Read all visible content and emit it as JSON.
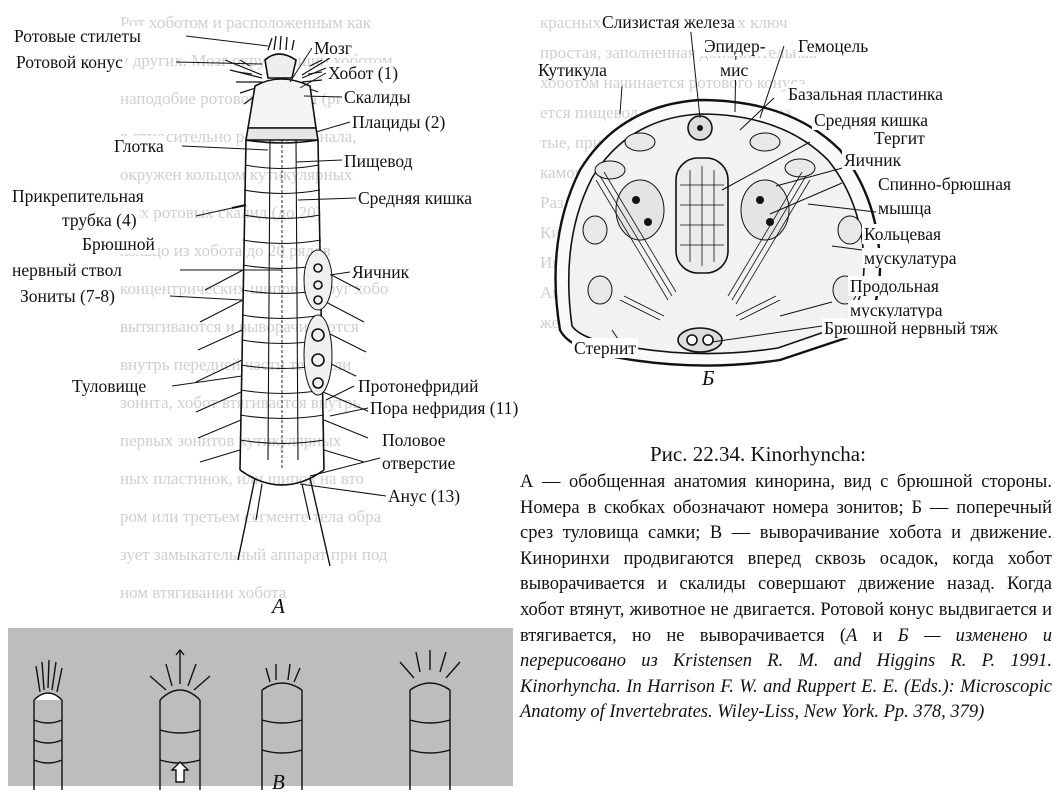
{
  "figure_a_labels": {
    "oral_stylets": "Ротовые стилеты",
    "oral_cone": "Ротовой конус",
    "brain": "Мозг",
    "introvert": "Хобот (1)",
    "scalids": "Скалиды",
    "placids": "Плациды (2)",
    "pharynx": "Глотка",
    "esophagus": "Пищевод",
    "adhesive_tube_1": "Прикрепительная",
    "adhesive_tube_2": "трубка (4)",
    "midgut": "Средняя кишка",
    "ventral_nerve_1": "Брюшной",
    "ventral_nerve_2": "нервный ствол",
    "ovary": "Яичник",
    "zonites": "Зониты (7-8)",
    "trunk": "Туловище",
    "protonephridium": "Протонефридий",
    "nephridiopore": "Пора нефридия (11)",
    "gonopore_1": "Половое",
    "gonopore_2": "отверстие",
    "anus": "Анус (13)",
    "letter": "A"
  },
  "figure_b_labels": {
    "mucous_gland": "Слизистая железа",
    "epidermis_1": "Эпидер-",
    "epidermis_2": "мис",
    "hemocoel": "Гемоцель",
    "cuticle": "Кутикула",
    "basal_lamina": "Базальная пластинка",
    "midgut": "Средняя кишка",
    "tergite": "Тергит",
    "ovary": "Яичник",
    "dorsoventral_1": "Спинно-брюшная",
    "dorsoventral_2": "мышца",
    "circular_1": "Кольцевая",
    "circular_2": "мускулатура",
    "longitudinal_1": "Продольная",
    "longitudinal_2": "мускулатура",
    "ventral_cord": "Брюшной нервный тяж",
    "sternite": "Стернит",
    "letter": "Б"
  },
  "figure_v_letter": "В",
  "caption": {
    "title": "Рис. 22.34. Kinorhyncha:",
    "body": "А — обобщенная анатомия кинорина, вид с брюшной стороны. Номера в скобках обозначают номера зонитов; Б — поперечный срез туловища самки; В — выворачивание хобота и движение. Киноринхи продвигаются вперед сквозь осадок, когда хобот выворачивается и скалиды совершают движение назад. Когда хобот втянут, животное не двигается. Ротовой конус выдвигается и втягивается, но не выворачивается (",
    "italic_ref_1": "А",
    "conj": " и ",
    "italic_ref_2": "Б",
    "italic_tail": " — изменено и перерисовано из Kristensen R. M. and Higgins R. P. 1991. Kinorhyncha. In Harrison F. W. and Ruppert E. E. (Eds.): Microscopic Anatomy of Invertebrates. Wiley-Liss, New York. Pp. 378, 379)"
  },
  "background_text": [
    "красных щитов, дорсальных ключ",
    "простая, заполненная дополнительная",
    "хоботом начинается ротового конуса",
    "ется пищевод, продольная сторона",
    "тые, прикрепительные органы",
    "каморы",
    "Раздел типа Kinorhyncha",
    "Кинорин",
    "Имеет место подобной дифференци",
    "Анус и половое отверстие располо",
    "жены дорсально. Пальцы допис",
    "Рот хоботом и расположенным как",
    "у других. Мозг окружающий хоботом",
    "наподобие ротового конуса (рис.",
    "в относительно ротового канала,",
    "окружен кольцом кутикулярных",
    "ных ротовых скалид (до 20)",
    "кольцо из хобота до 20 рядов",
    "концентрических шипов вокруг хобо",
    "вытягиваются и выворачиваются",
    "внутрь передней части тела или",
    "зонита, хобот втягивается внутрь",
    "первых зонитов кутикулярных",
    "ных пластинок, или шипов на вто",
    "ром или третьем сегменте тела обра",
    "зует замыкательный аппарат при под",
    "ном втягивании хобота"
  ]
}
